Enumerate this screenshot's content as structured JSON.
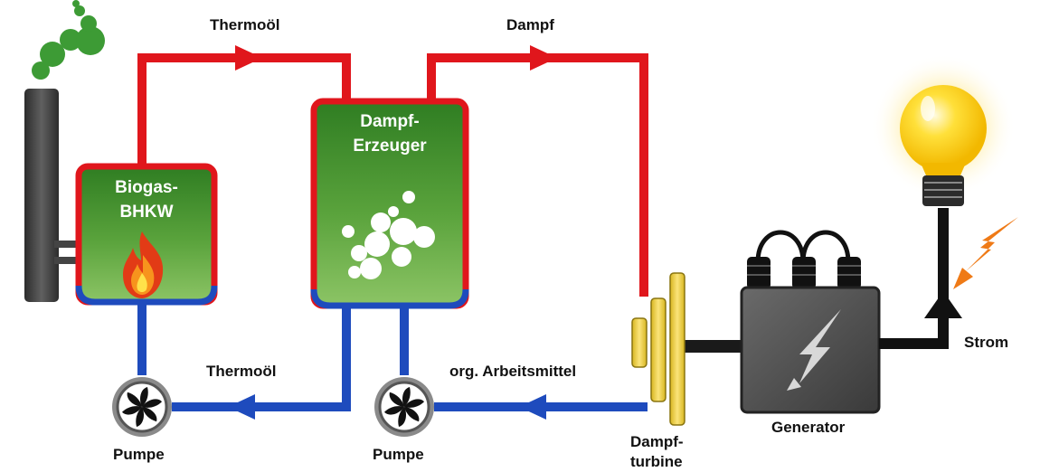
{
  "labels": {
    "thermooel_top": "Thermoöl",
    "dampf_top": "Dampf",
    "biogas_line1": "Biogas-",
    "biogas_line2": "BHKW",
    "dampferzeuger_line1": "Dampf-",
    "dampferzeuger_line2": "Erzeuger",
    "thermooel_bottom": "Thermoöl",
    "arbeitsmittel": "org. Arbeitsmittel",
    "pumpe_left": "Pumpe",
    "pumpe_right": "Pumpe",
    "turbine_line1": "Dampf-",
    "turbine_line2": "turbine",
    "generator": "Generator",
    "strom": "Strom"
  },
  "colors": {
    "hot_line": "#e0161c",
    "cold_line": "#1e4bbd",
    "box_green": "#4a9a2e",
    "turbine_yellow": "#f2d64a",
    "generator_grey": "#5a5a5a",
    "bulb_yellow": "#ffd21f",
    "lightning_orange": "#ef7a16",
    "smoke_green": "#3d9b35"
  }
}
